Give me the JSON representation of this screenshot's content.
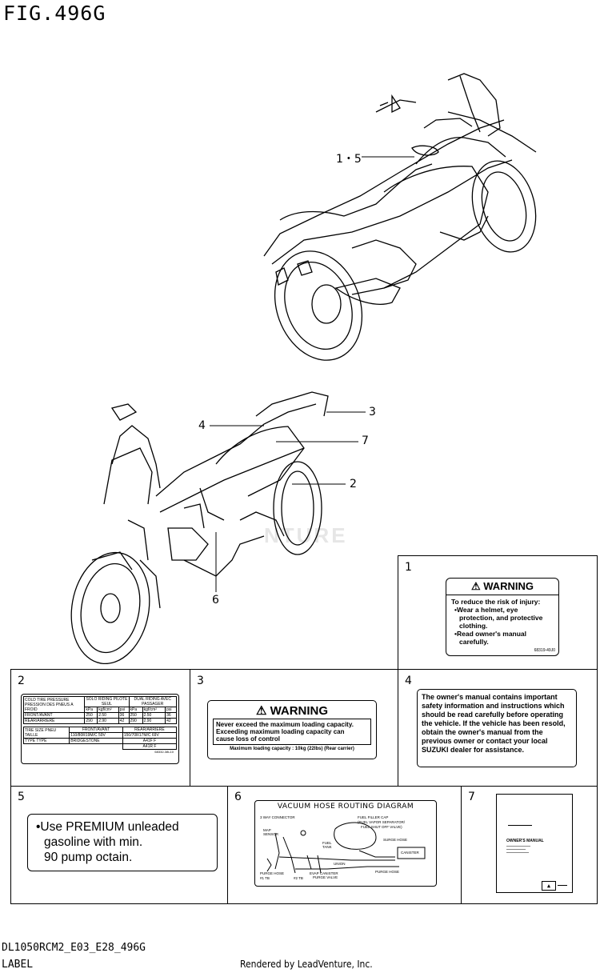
{
  "figure": {
    "title": "FIG.496G",
    "callouts": [
      "1・5",
      "3",
      "4",
      "7",
      "2",
      "6"
    ]
  },
  "watermark": "NTURE",
  "grid": {
    "cell_numbers": [
      "1",
      "2",
      "3",
      "4",
      "5",
      "6",
      "7"
    ]
  },
  "label1": {
    "heading": "WARNING",
    "lines": [
      "To reduce the risk of injury:",
      "•Wear a helmet, eye",
      "protection, and protective",
      "clothing.",
      "•Read owner's manual",
      "carefully."
    ],
    "code": "68319-49J0"
  },
  "label2": {
    "header": [
      "COLD TIRE PRESSURE PRESSION DES PNEUS A FROID",
      "SOLO RIDING PILOTE SEUL",
      "DUAL RIDING AVEC PASSAGER"
    ],
    "units": [
      "kPa",
      "kgf/cm²",
      "psi",
      "kPa",
      "kgf/cm²",
      "psi"
    ],
    "rows": [
      [
        "FRONT/AVANT",
        "250",
        "2.50",
        "36",
        "250",
        "2.50",
        "36"
      ],
      [
        "REAR/ARRIERE",
        "290",
        "2.90",
        "42",
        "290",
        "2.90",
        "42"
      ]
    ],
    "size_row": [
      "TIRE SIZE PNEU TAILLE",
      "FRONT/AVANT",
      "REAR/ARRIERE"
    ],
    "size_values": [
      "110/80R19M/C 59V",
      "150/70R17M/C 69V"
    ],
    "type_row": [
      "TYPE TYPE",
      "BRIDGESTONE",
      "A41F F",
      "A41R F"
    ],
    "code": "68332-38L10"
  },
  "label3": {
    "heading": "WARNING",
    "lines": [
      "Never exceed the maximum loading capacity.",
      "Exceeding maximum loading capacity can",
      "cause loss of control"
    ],
    "footer": "Maximum loading capacity : 10kg (22lbs) (Rear carrier)"
  },
  "label4": {
    "text": "The owner's manual contains important safety information and instructions which should be read carefully before operating the vehicle. If the vehicle has been resold, obtain the owner's manual from the previous owner or contact your local SUZUKI dealer for assistance."
  },
  "label5": {
    "lines": [
      "•Use PREMIUM unleaded",
      "gasoline with min.",
      "90 pump octain."
    ]
  },
  "label6": {
    "title": "VACUUM HOSE ROUTING DIAGRAM",
    "tags": [
      "3 WAY CONNECTOR",
      "FUEL FILLER CAP",
      "(FUEL VAPOR SEPARATOR/",
      "FUEL SHUT OFF VALVE)",
      "MAP SENSOR",
      "FUEL TANK",
      "SURGE HOSE",
      "CANISTER",
      "UNION",
      "PURGE HOSE",
      "EVAP CANISTER",
      "PURGE VALVE",
      "PURGE HOSE",
      "#1 TB",
      "#2 TB"
    ]
  },
  "label7": {
    "title": "OWNER'S MANUAL"
  },
  "footer": {
    "code": "DL1050RCM2_E03_E28_496G",
    "label": "LABEL",
    "rendered_by": "Rendered by LeadVenture, Inc."
  }
}
